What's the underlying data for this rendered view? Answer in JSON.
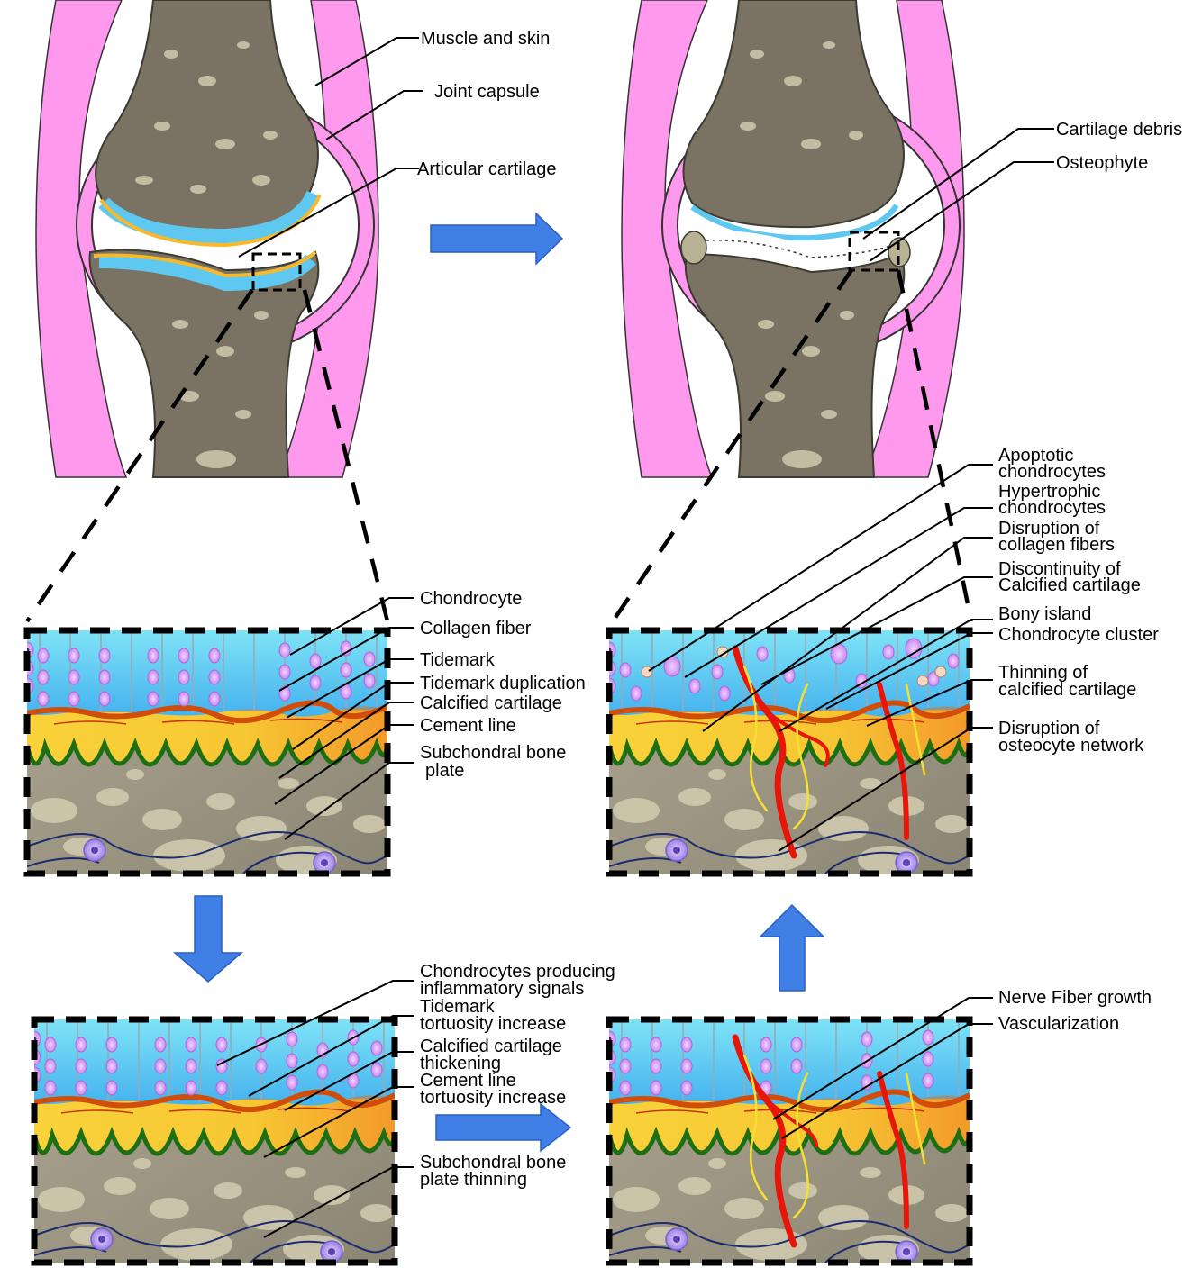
{
  "joint_labels": {
    "muscle_skin": "Muscle and skin",
    "joint_capsule": "Joint capsule",
    "articular_cartilage": "Articular cartilage",
    "cartilage_debris": "Cartilage debris",
    "osteophyte": "Osteophyte"
  },
  "panel_normal": {
    "chondrocyte": "Chondrocyte",
    "collagen_fiber": "Collagen fiber",
    "tidemark": "Tidemark",
    "tidemark_duplication": "Tidemark duplication",
    "calcified_cartilage": "Calcified cartilage",
    "cement_line": "Cement line",
    "subchondral_bone_1": "Subchondral bone",
    "subchondral_bone_2": "plate"
  },
  "panel_early": {
    "chondrocytes_inflam_1": "Chondrocytes producing",
    "chondrocytes_inflam_2": "inflammatory signals",
    "tidemark_tort_1": "Tidemark",
    "tidemark_tort_2": "tortuosity increase",
    "calcified_thick_1": "Calcified cartilage",
    "calcified_thick_2": "thickening",
    "cement_tort_1": "Cement line",
    "cement_tort_2": "tortuosity increase",
    "bone_thin_1": "Subchondral bone",
    "bone_thin_2": "plate thinning"
  },
  "panel_mid": {
    "nerve": "Nerve Fiber growth",
    "vascular": "Vascularization"
  },
  "panel_late": {
    "apoptotic_1": "Apoptotic",
    "apoptotic_2": "chondrocytes",
    "hypertrophic_1": "Hypertrophic",
    "hypertrophic_2": "chondrocytes",
    "disruption_collagen_1": "Disruption of",
    "disruption_collagen_2": "collagen fibers",
    "discontinuity_1": "Discontinuity of",
    "discontinuity_2": "Calcified cartilage",
    "bony_island": "Bony island",
    "chondrocyte_cluster": "Chondrocyte cluster",
    "thinning_1": "Thinning of",
    "thinning_2": "calcified cartilage",
    "osteocyte_1": "Disruption of",
    "osteocyte_2": "osteocyte network"
  },
  "colors": {
    "soft_tissue": "#ff99ee",
    "bone": "#7a7364",
    "cartilage": "#5ec8f0",
    "tidemark": "#d24c0a",
    "calcified": "#f6b92c",
    "cement_line": "#1e6e12",
    "chondrocyte": "#d7a0f5",
    "vessel": "#e8150b",
    "nerve": "#f6e030",
    "arrow": "#3f7fe6"
  }
}
